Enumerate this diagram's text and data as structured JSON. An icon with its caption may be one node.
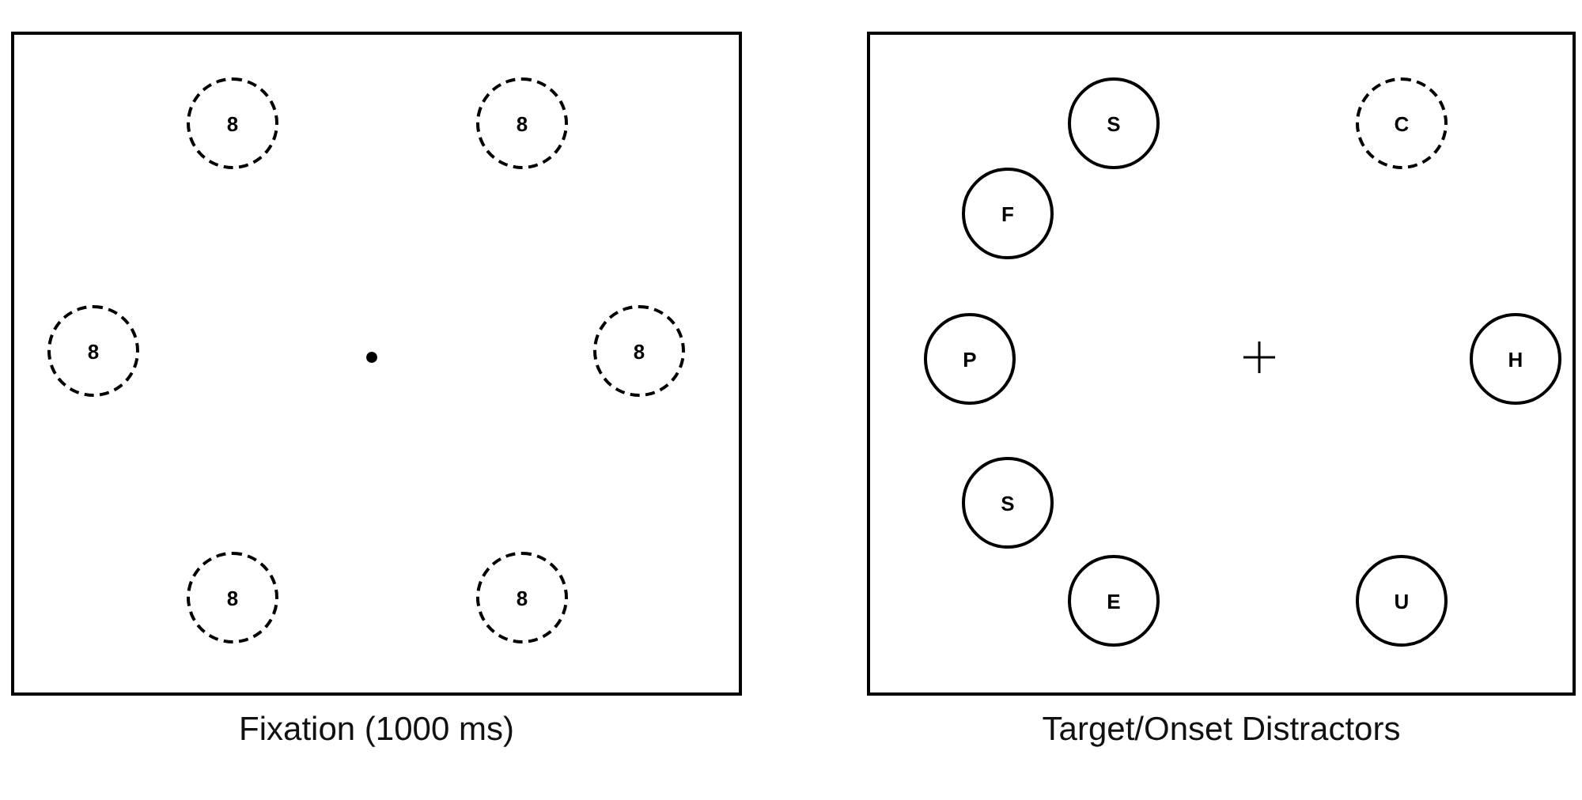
{
  "diagram": {
    "nodes": [
      {
        "text": [
          "Fixation (1000 ms)"
        ]
      },
      {
        "text": [
          "8"
        ],
        "in": 0
      },
      {
        "text": [
          "8"
        ],
        "in": 0
      },
      {
        "text": [
          "8"
        ],
        "in": 0
      },
      {
        "text": [
          "8"
        ],
        "in": 0
      },
      {
        "text": [
          "8"
        ],
        "in": 0
      },
      {
        "text": [
          "8"
        ],
        "in": 0
      },
      {
        "text": [
          "Target/Onset Distractors"
        ]
      },
      {
        "text": [
          "S"
        ],
        "in": 7
      },
      {
        "text": [
          "C"
        ],
        "in": 7
      },
      {
        "text": [
          "F"
        ],
        "in": 7
      },
      {
        "text": [
          "P"
        ],
        "in": 7
      },
      {
        "text": [
          "H"
        ],
        "in": 7
      },
      {
        "text": [
          "S"
        ],
        "in": 7
      },
      {
        "text": [
          "E"
        ],
        "in": 7
      },
      {
        "text": [
          "U"
        ],
        "in": 7
      }
    ]
  }
}
